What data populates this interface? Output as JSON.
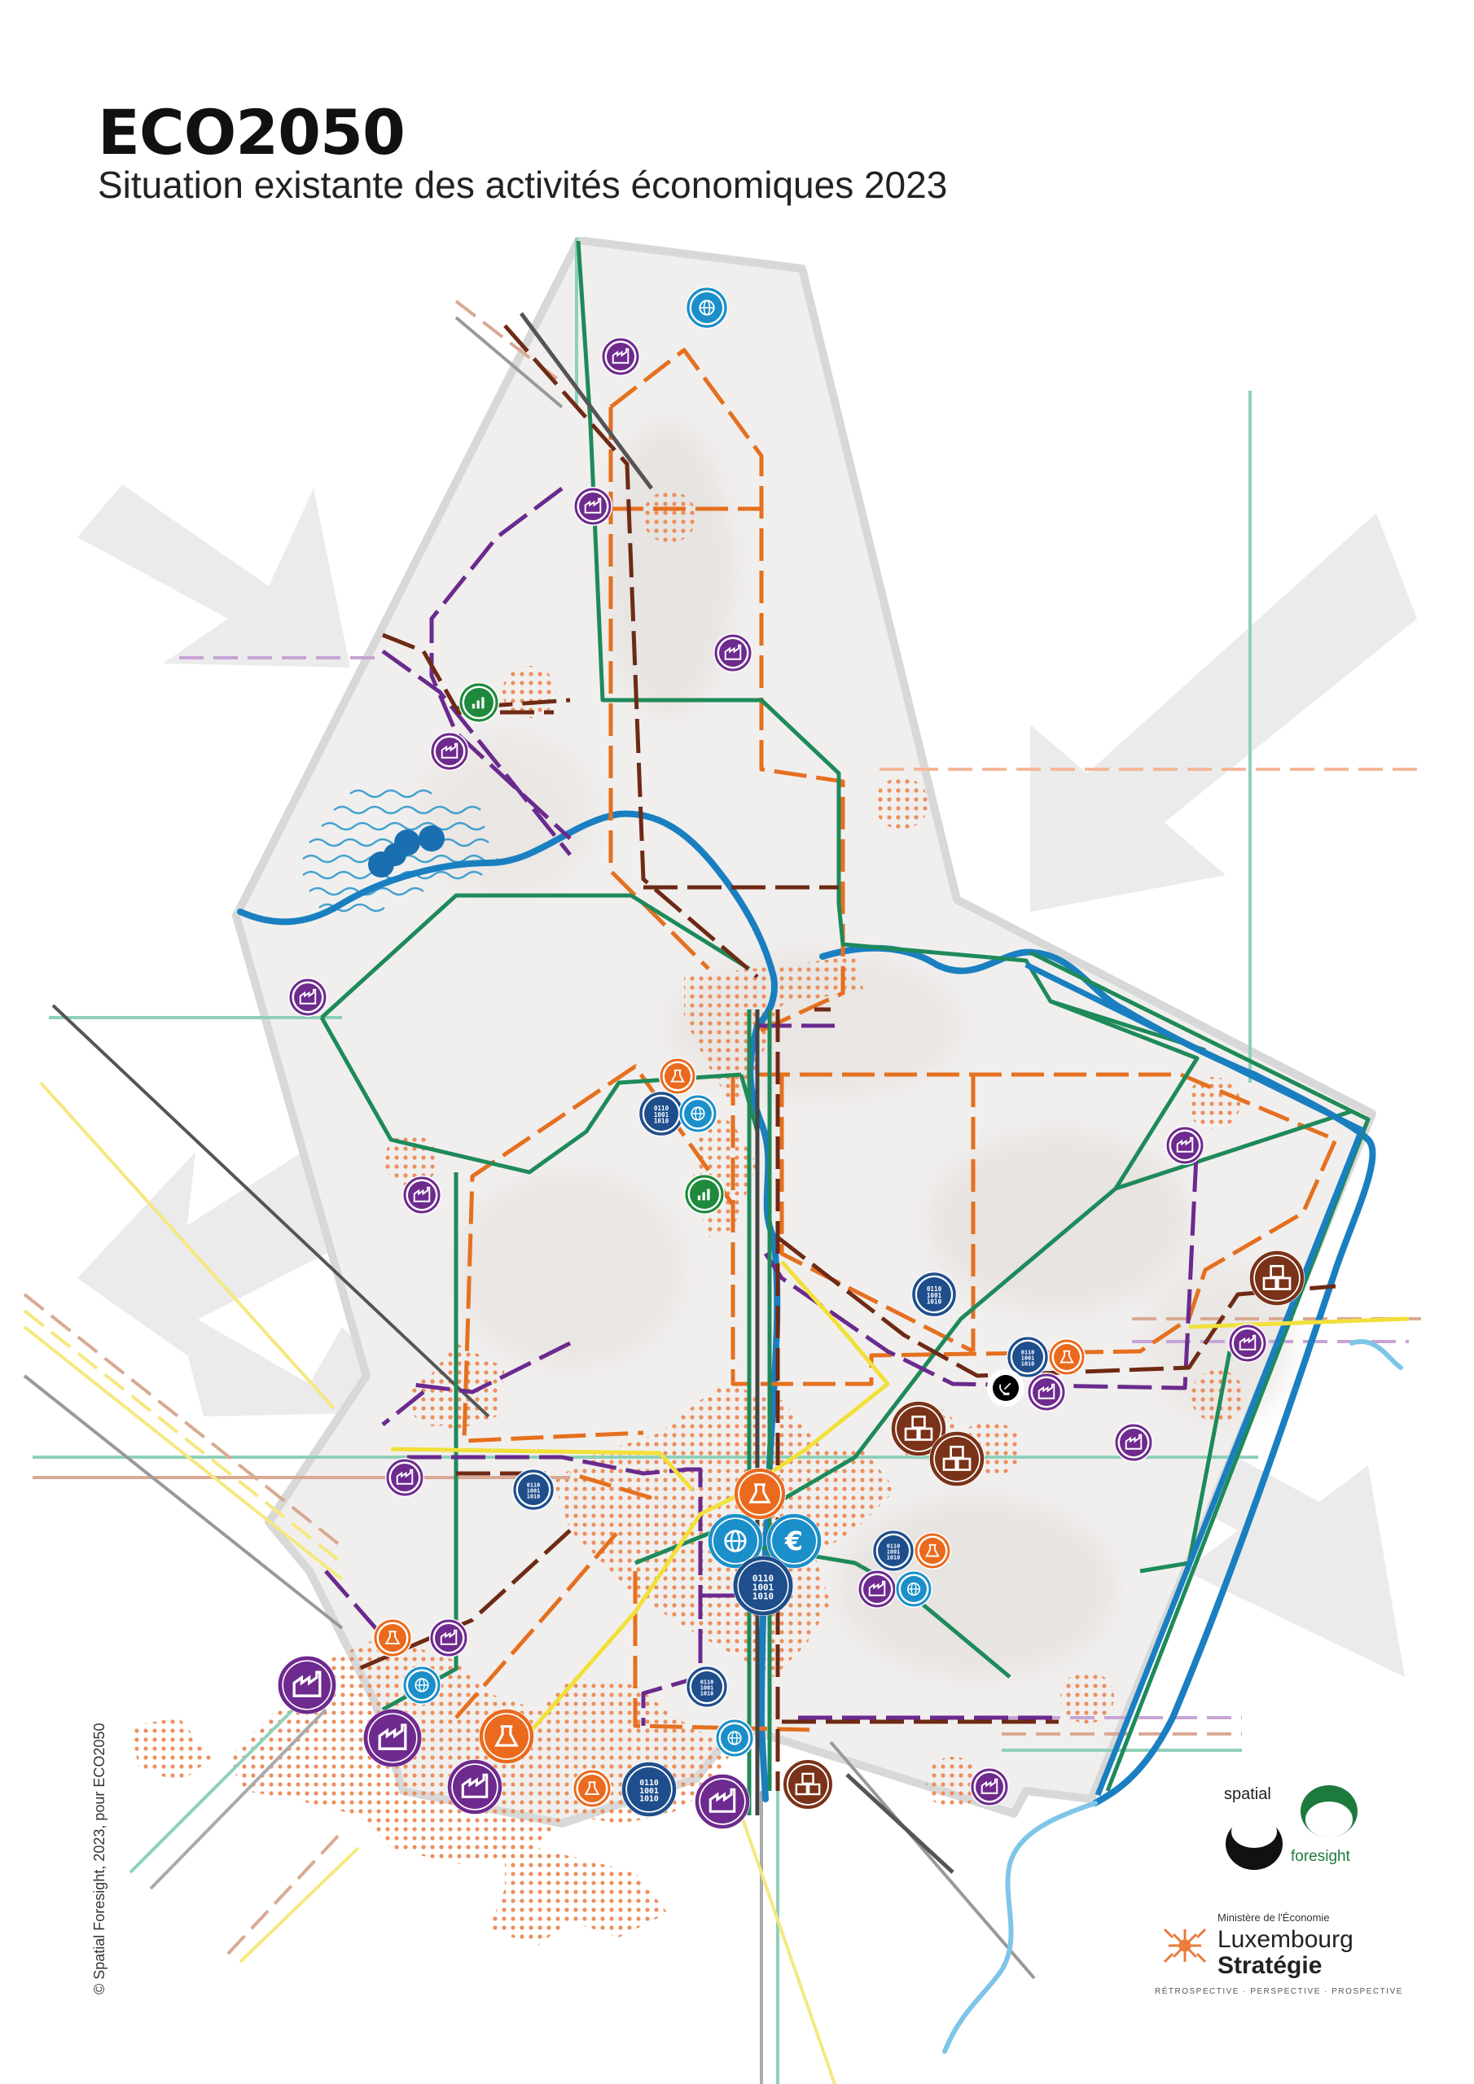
{
  "header": {
    "title": "ECO2050",
    "subtitle": "Situation existante des activités économiques 2023"
  },
  "credits": {
    "copyright": "© Spatial Foresight, 2023, pour ECO2050",
    "spatial_foresight": {
      "word1": "spatial",
      "word2": "foresight"
    },
    "ministry": {
      "label": "Ministère de l'Économie",
      "name": "Luxembourg",
      "subname": "Stratégie",
      "tagline": "RÉTROSPECTIVE · PERSPECTIVE · PROSPECTIVE"
    }
  },
  "icon_types": {
    "industry": "factory-icon",
    "logistics": "boxes-icon",
    "data": "binary-data-icon",
    "research": "flask-icon",
    "digital": "globe-gear-icon",
    "finance": "euro-icon",
    "green": "green-economy-icon",
    "space": "satellite-dish-icon"
  },
  "colors": {
    "industry": "#6e2a8e",
    "logistics": "#7a3218",
    "data": "#1f4e8c",
    "research": "#ea6a1e",
    "digital": "#1b8fc9",
    "finance": "#1b8fc9",
    "green": "#1f8a3c",
    "network_orange": "#e5701f",
    "network_green": "#1e8a5a",
    "network_purple": "#6a2a8e",
    "network_brown": "#6e2a14",
    "network_yellow": "#f2e03a",
    "river": "#1a7fc0",
    "territory": "#f1efee"
  }
}
